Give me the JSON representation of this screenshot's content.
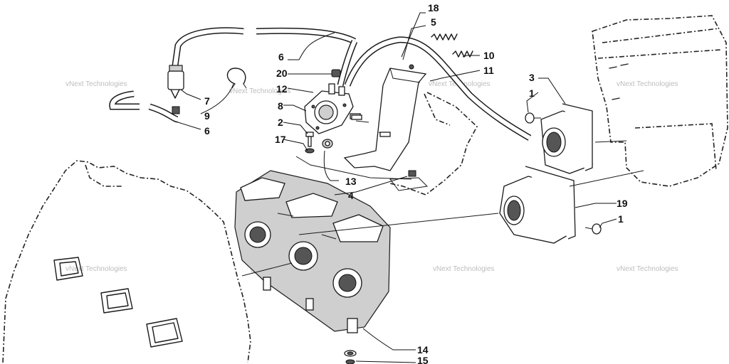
{
  "callouts": [
    {
      "id": "c18",
      "label": "18"
    },
    {
      "id": "c5",
      "label": "5"
    },
    {
      "id": "c6a",
      "label": "6"
    },
    {
      "id": "c10",
      "label": "10"
    },
    {
      "id": "c11",
      "label": "11"
    },
    {
      "id": "c20",
      "label": "20"
    },
    {
      "id": "c12",
      "label": "12"
    },
    {
      "id": "c7",
      "label": "7"
    },
    {
      "id": "c9",
      "label": "9"
    },
    {
      "id": "c6b",
      "label": "6"
    },
    {
      "id": "c8",
      "label": "8"
    },
    {
      "id": "c2",
      "label": "2"
    },
    {
      "id": "c17",
      "label": "17"
    },
    {
      "id": "c13",
      "label": "13"
    },
    {
      "id": "c4",
      "label": "4"
    },
    {
      "id": "c3",
      "label": "3"
    },
    {
      "id": "c1a",
      "label": "1"
    },
    {
      "id": "c19",
      "label": "19"
    },
    {
      "id": "c1b",
      "label": "1"
    },
    {
      "id": "c14",
      "label": "14"
    },
    {
      "id": "c15",
      "label": "15"
    }
  ],
  "watermark": "vNext Technologies"
}
